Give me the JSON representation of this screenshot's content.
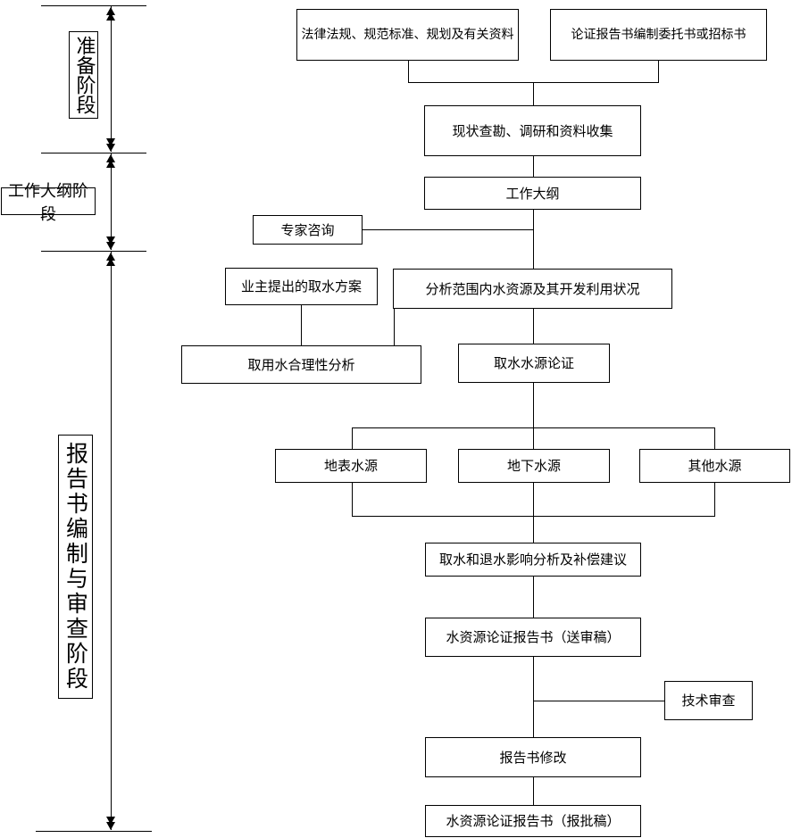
{
  "diagram": {
    "background_color": "#ffffff",
    "line_color": "#000000",
    "phases": [
      {
        "id": "preparation",
        "label": "准备阶段"
      },
      {
        "id": "work-outline-phase",
        "label": "工作大纲阶段"
      },
      {
        "id": "report-compilation-review-phase",
        "label": "报告书编制与审查阶段"
      }
    ],
    "nodes": [
      {
        "id": "laws",
        "label": "法律法规、规范标准、规划及有关资料"
      },
      {
        "id": "commission",
        "label": "论证报告书编制委托书或招标书"
      },
      {
        "id": "survey",
        "label": "现状查勘、调研和资料收集"
      },
      {
        "id": "outline",
        "label": "工作大纲"
      },
      {
        "id": "expert-consult",
        "label": "专家咨询"
      },
      {
        "id": "owner-scheme",
        "label": "业主提出的取水方案"
      },
      {
        "id": "analysis",
        "label": "分析范围内水资源及其开发利用状况"
      },
      {
        "id": "rationality",
        "label": "取用水合理性分析"
      },
      {
        "id": "intake-source-demo",
        "label": "取水水源论证"
      },
      {
        "id": "surface-water",
        "label": "地表水源"
      },
      {
        "id": "groundwater",
        "label": "地下水源"
      },
      {
        "id": "other-water",
        "label": "其他水源"
      },
      {
        "id": "impact",
        "label": "取水和退水影响分析及补偿建议"
      },
      {
        "id": "report-draft",
        "label": "水资源论证报告书（送审稿）"
      },
      {
        "id": "tech-review",
        "label": "技术审查"
      },
      {
        "id": "report-revision",
        "label": "报告书修改"
      },
      {
        "id": "report-final",
        "label": "水资源论证报告书（报批稿）"
      }
    ],
    "edges": [
      {
        "from": "laws",
        "to": "survey"
      },
      {
        "from": "commission",
        "to": "survey"
      },
      {
        "from": "survey",
        "to": "outline"
      },
      {
        "from": "expert-consult",
        "to": "outline"
      },
      {
        "from": "outline",
        "to": "analysis"
      },
      {
        "from": "owner-scheme",
        "to": "rationality"
      },
      {
        "from": "analysis",
        "to": "rationality"
      },
      {
        "from": "analysis",
        "to": "intake-source-demo"
      },
      {
        "from": "intake-source-demo",
        "to": "surface-water"
      },
      {
        "from": "intake-source-demo",
        "to": "groundwater"
      },
      {
        "from": "intake-source-demo",
        "to": "other-water"
      },
      {
        "from": "surface-water",
        "to": "impact"
      },
      {
        "from": "groundwater",
        "to": "impact"
      },
      {
        "from": "other-water",
        "to": "impact"
      },
      {
        "from": "impact",
        "to": "report-draft"
      },
      {
        "from": "report-draft",
        "to": "report-revision"
      },
      {
        "from": "tech-review",
        "to": "report-revision"
      },
      {
        "from": "report-revision",
        "to": "report-final"
      }
    ]
  }
}
